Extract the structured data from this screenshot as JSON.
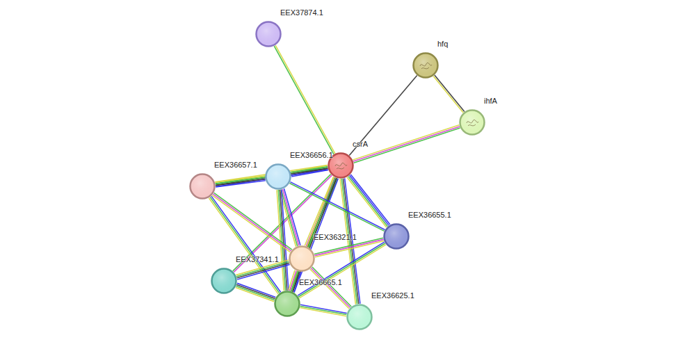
{
  "diagram": {
    "nodes": [
      {
        "text": [
          "EEX37874.1"
        ]
      },
      {
        "text": [
          "hfq"
        ]
      },
      {
        "text": [
          "ihfA"
        ]
      },
      {
        "text": [
          "csrA"
        ]
      },
      {
        "text": [
          "EEX36656.1"
        ]
      },
      {
        "text": [
          "EEX36657.1"
        ]
      },
      {
        "text": [
          "EEX36655.1"
        ]
      },
      {
        "text": [
          "EEX36321.1"
        ]
      },
      {
        "text": [
          "EEX37341.1"
        ]
      },
      {
        "text": [
          "EEX36665.1"
        ]
      },
      {
        "text": [
          "EEX36625.1"
        ]
      }
    ],
    "edges": [
      {
        "from": 3,
        "to": 0,
        "arrow": "none"
      },
      {
        "from": 3,
        "to": 1,
        "arrow": "none"
      },
      {
        "from": 1,
        "to": 2,
        "arrow": "none"
      },
      {
        "from": 3,
        "to": 2,
        "arrow": "none"
      },
      {
        "from": 3,
        "to": 4,
        "arrow": "none"
      },
      {
        "from": 3,
        "to": 5,
        "arrow": "none"
      },
      {
        "from": 3,
        "to": 6,
        "arrow": "none"
      },
      {
        "from": 3,
        "to": 7,
        "arrow": "none"
      },
      {
        "from": 3,
        "to": 8,
        "arrow": "none"
      },
      {
        "from": 3,
        "to": 9,
        "arrow": "none"
      },
      {
        "from": 3,
        "to": 10,
        "arrow": "none"
      },
      {
        "from": 4,
        "to": 5,
        "arrow": "none"
      },
      {
        "from": 4,
        "to": 6,
        "arrow": "none"
      },
      {
        "from": 4,
        "to": 7,
        "arrow": "none"
      },
      {
        "from": 4,
        "to": 9,
        "arrow": "none"
      },
      {
        "from": 5,
        "to": 7,
        "arrow": "none"
      },
      {
        "from": 5,
        "to": 9,
        "arrow": "none"
      },
      {
        "from": 7,
        "to": 6,
        "arrow": "none"
      },
      {
        "from": 7,
        "to": 8,
        "arrow": "none"
      },
      {
        "from": 7,
        "to": 9,
        "arrow": "none"
      },
      {
        "from": 7,
        "to": 10,
        "arrow": "none"
      },
      {
        "from": 8,
        "to": 9,
        "arrow": "none"
      },
      {
        "from": 9,
        "to": 10,
        "arrow": "none"
      },
      {
        "from": 9,
        "to": 6,
        "arrow": "none"
      }
    ]
  }
}
